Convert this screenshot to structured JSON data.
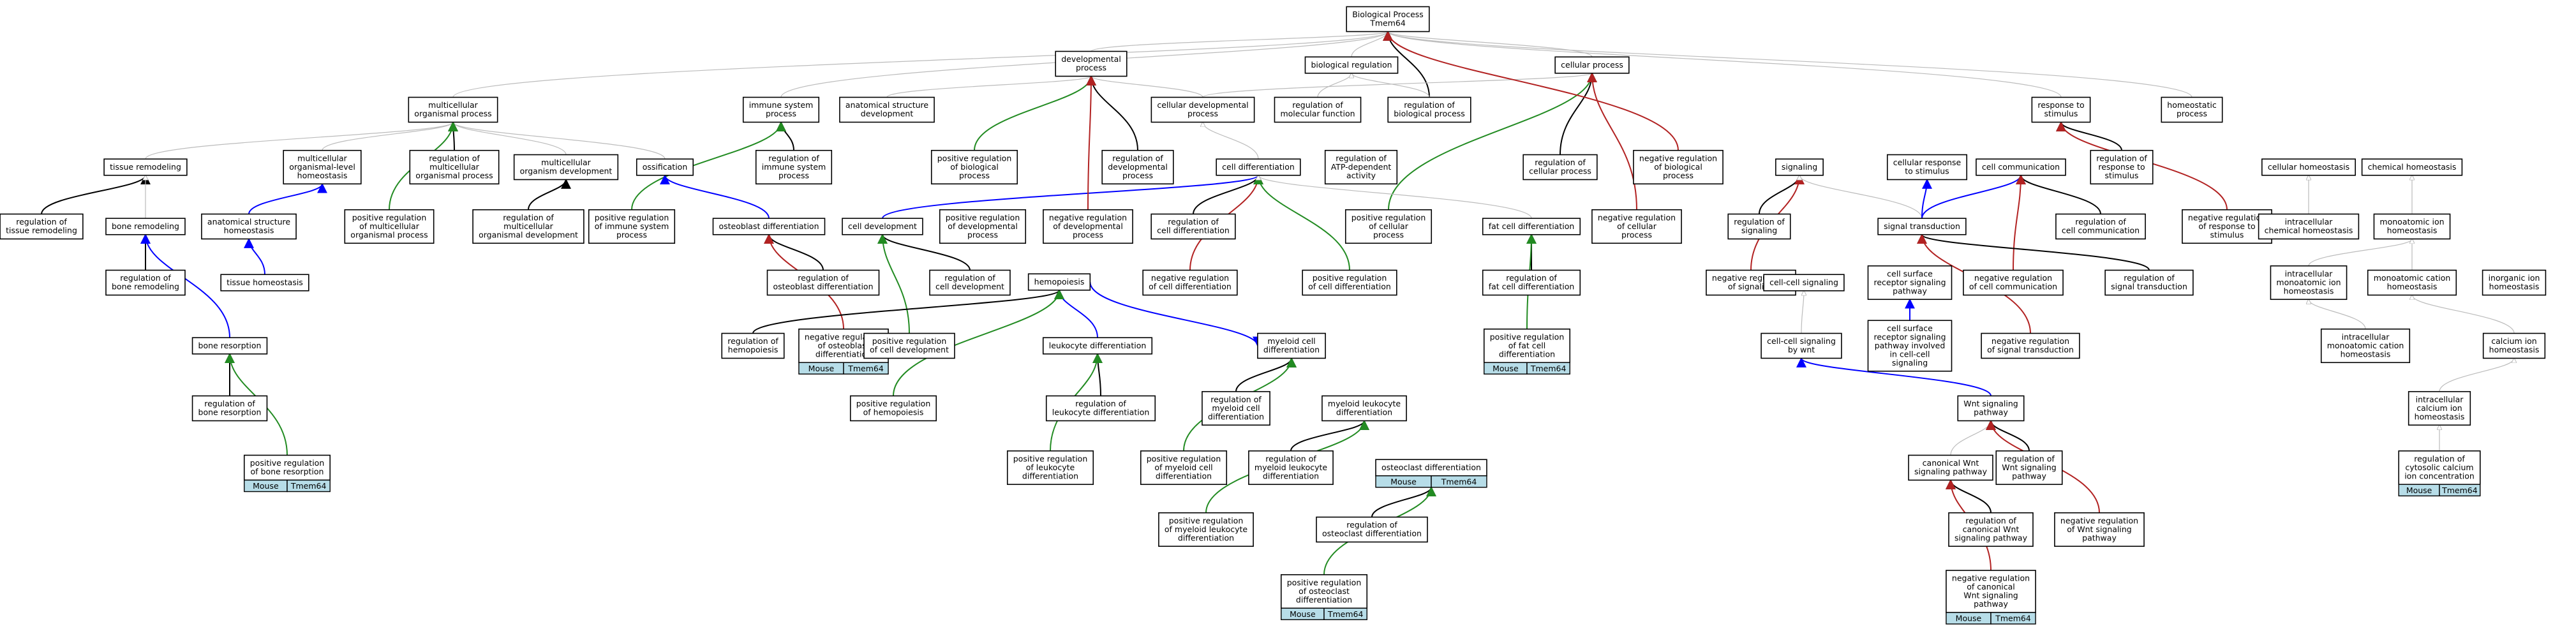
{
  "title": "Biological Process Tmem64",
  "gene_tag": {
    "species": "Mouse",
    "gene": "Tmem64"
  },
  "colors": {
    "is_a": "#bbbbbb",
    "part_of": "#000000",
    "positively_regulates": "#228b22",
    "negatively_regulates": "#b22222",
    "regulates": "#0000ff",
    "annotation_fill": "#b7dde8"
  },
  "terms": [
    {
      "id": "root",
      "lines": [
        "Biological Process",
        "Tmem64"
      ]
    },
    {
      "id": "dev",
      "lines": [
        "developmental",
        "process"
      ]
    },
    {
      "id": "bioreg",
      "lines": [
        "biological regulation"
      ]
    },
    {
      "id": "cellp",
      "lines": [
        "cellular process"
      ]
    },
    {
      "id": "multi",
      "lines": [
        "multicellular",
        "organismal process"
      ]
    },
    {
      "id": "immune",
      "lines": [
        "immune system",
        "process"
      ]
    },
    {
      "id": "anat",
      "lines": [
        "anatomical structure",
        "development"
      ]
    },
    {
      "id": "celldevp",
      "lines": [
        "cellular developmental",
        "process"
      ]
    },
    {
      "id": "regmol",
      "lines": [
        "regulation of",
        "molecular function"
      ]
    },
    {
      "id": "regbio",
      "lines": [
        "regulation of",
        "biological process"
      ]
    },
    {
      "id": "resp",
      "lines": [
        "response to",
        "stimulus"
      ]
    },
    {
      "id": "homeo",
      "lines": [
        "homeostatic",
        "process"
      ]
    },
    {
      "id": "tisrem",
      "lines": [
        "tissue remodeling"
      ]
    },
    {
      "id": "mlorg",
      "lines": [
        "multicellular",
        "organismal-level",
        "homeostasis"
      ]
    },
    {
      "id": "regmulti",
      "lines": [
        "regulation of",
        "multicellular",
        "organismal process"
      ]
    },
    {
      "id": "mlorgdev",
      "lines": [
        "multicellular",
        "organism development"
      ]
    },
    {
      "id": "ossif",
      "lines": [
        "ossification"
      ]
    },
    {
      "id": "regimm",
      "lines": [
        "regulation of",
        "immune system",
        "process"
      ]
    },
    {
      "id": "posregbio",
      "lines": [
        "positive regulation",
        "of biological",
        "process"
      ]
    },
    {
      "id": "regdev",
      "lines": [
        "regulation of",
        "developmental",
        "process"
      ]
    },
    {
      "id": "celldiff",
      "lines": [
        "cell differentiation"
      ]
    },
    {
      "id": "regatp",
      "lines": [
        "regulation of",
        "ATP-dependent",
        "activity"
      ]
    },
    {
      "id": "regcellp",
      "lines": [
        "regulation of",
        "cellular process"
      ]
    },
    {
      "id": "negregbio",
      "lines": [
        "negative regulation",
        "of biological",
        "process"
      ]
    },
    {
      "id": "signaling",
      "lines": [
        "signaling"
      ]
    },
    {
      "id": "cellresp",
      "lines": [
        "cellular response",
        "to stimulus"
      ]
    },
    {
      "id": "cellcomm",
      "lines": [
        "cell communication"
      ]
    },
    {
      "id": "regresp",
      "lines": [
        "regulation of",
        "response to",
        "stimulus"
      ]
    },
    {
      "id": "cellhomeo",
      "lines": [
        "cellular homeostasis"
      ]
    },
    {
      "id": "chemhomeo",
      "lines": [
        "chemical homeostasis"
      ]
    },
    {
      "id": "regtis",
      "lines": [
        "regulation of",
        "tissue remodeling"
      ]
    },
    {
      "id": "bonerem",
      "lines": [
        "bone remodeling"
      ]
    },
    {
      "id": "anathomeo",
      "lines": [
        "anatomical structure",
        "homeostasis"
      ]
    },
    {
      "id": "posregmulti",
      "lines": [
        "positive regulation",
        "of multicellular",
        "organismal process"
      ]
    },
    {
      "id": "regmlorgdev",
      "lines": [
        "regulation of",
        "multicellular",
        "organismal development"
      ]
    },
    {
      "id": "posregimm",
      "lines": [
        "positive regulation",
        "of immune system",
        "process"
      ]
    },
    {
      "id": "osteodiff",
      "lines": [
        "osteoblast differentiation"
      ]
    },
    {
      "id": "celldev",
      "lines": [
        "cell development"
      ]
    },
    {
      "id": "posregdev",
      "lines": [
        "positive regulation",
        "of developmental",
        "process"
      ]
    },
    {
      "id": "negregdev",
      "lines": [
        "negative regulation",
        "of developmental",
        "process"
      ]
    },
    {
      "id": "regcelldiff",
      "lines": [
        "regulation of",
        "cell differentiation"
      ]
    },
    {
      "id": "posregcellp",
      "lines": [
        "positive regulation",
        "of cellular",
        "process"
      ]
    },
    {
      "id": "fatdiff",
      "lines": [
        "fat cell differentiation"
      ]
    },
    {
      "id": "negregcellp",
      "lines": [
        "negative regulation",
        "of cellular",
        "process"
      ]
    },
    {
      "id": "regsig",
      "lines": [
        "regulation of",
        "signaling"
      ]
    },
    {
      "id": "sigtrans",
      "lines": [
        "signal transduction"
      ]
    },
    {
      "id": "regcellcomm",
      "lines": [
        "regulation of",
        "cell communication"
      ]
    },
    {
      "id": "negregresp",
      "lines": [
        "negative regulation",
        "of response to",
        "stimulus"
      ]
    },
    {
      "id": "intrachem",
      "lines": [
        "intracellular",
        "chemical homeostasis"
      ]
    },
    {
      "id": "monoion",
      "lines": [
        "monoatomic ion",
        "homeostasis"
      ]
    },
    {
      "id": "regbonerem",
      "lines": [
        "regulation of",
        "bone remodeling"
      ]
    },
    {
      "id": "tishomeo",
      "lines": [
        "tissue homeostasis"
      ]
    },
    {
      "id": "regosteodiff",
      "lines": [
        "regulation of",
        "osteoblast differentiation"
      ]
    },
    {
      "id": "regcelldev",
      "lines": [
        "regulation of",
        "cell development"
      ]
    },
    {
      "id": "negregcelldiff",
      "lines": [
        "negative regulation",
        "of cell differentiation"
      ]
    },
    {
      "id": "posregcelldiff",
      "lines": [
        "positive regulation",
        "of cell differentiation"
      ]
    },
    {
      "id": "regfatdiff",
      "lines": [
        "regulation of",
        "fat cell differentiation"
      ]
    },
    {
      "id": "negregsig",
      "lines": [
        "negative regulation",
        "of signaling"
      ]
    },
    {
      "id": "cellcellsig",
      "lines": [
        "cell-cell signaling"
      ]
    },
    {
      "id": "cellsurf",
      "lines": [
        "cell surface",
        "receptor signaling",
        "pathway"
      ]
    },
    {
      "id": "negregcellcomm",
      "lines": [
        "negative regulation",
        "of cell communication"
      ]
    },
    {
      "id": "regsigtrans",
      "lines": [
        "regulation of",
        "signal transduction"
      ]
    },
    {
      "id": "intramonoion",
      "lines": [
        "intracellular",
        "monoatomic ion",
        "homeostasis"
      ]
    },
    {
      "id": "monocation",
      "lines": [
        "monoatomic cation",
        "homeostasis"
      ]
    },
    {
      "id": "inorgion",
      "lines": [
        "inorganic ion",
        "homeostasis"
      ]
    },
    {
      "id": "boneres",
      "lines": [
        "bone resorption"
      ]
    },
    {
      "id": "hemopoiesis",
      "lines": [
        "hemopoiesis"
      ]
    },
    {
      "id": "reghemo",
      "lines": [
        "regulation of",
        "hemopoiesis"
      ]
    },
    {
      "id": "negregosteo",
      "lines": [
        "negative regulation",
        "of osteoblast",
        "differentiation"
      ],
      "gene": true
    },
    {
      "id": "posregcelldev",
      "lines": [
        "positive regulation",
        "of cell development"
      ]
    },
    {
      "id": "leukdiff",
      "lines": [
        "leukocyte differentiation"
      ]
    },
    {
      "id": "myeloiddiff",
      "lines": [
        "myeloid cell",
        "differentiation"
      ]
    },
    {
      "id": "posregfat",
      "lines": [
        "positive regulation",
        "of fat cell",
        "differentiation"
      ],
      "gene": true
    },
    {
      "id": "cellcellwnt",
      "lines": [
        "cell-cell signaling",
        "by wnt"
      ]
    },
    {
      "id": "cellsurfcc",
      "lines": [
        "cell surface",
        "receptor signaling",
        "pathway involved",
        "in cell-cell",
        "signaling"
      ]
    },
    {
      "id": "negregsigtrans",
      "lines": [
        "negative regulation",
        "of signal transduction"
      ]
    },
    {
      "id": "intramonocation",
      "lines": [
        "intracellular",
        "monoatomic cation",
        "homeostasis"
      ]
    },
    {
      "id": "calcium",
      "lines": [
        "calcium ion",
        "homeostasis"
      ]
    },
    {
      "id": "regboneres",
      "lines": [
        "regulation of",
        "bone resorption"
      ]
    },
    {
      "id": "posreghemo",
      "lines": [
        "positive regulation",
        "of hemopoiesis"
      ]
    },
    {
      "id": "regleuk",
      "lines": [
        "regulation of",
        "leukocyte differentiation"
      ]
    },
    {
      "id": "regmyeloid",
      "lines": [
        "regulation of",
        "myeloid cell",
        "differentiation"
      ]
    },
    {
      "id": "myeloidleuk",
      "lines": [
        "myeloid leukocyte",
        "differentiation"
      ]
    },
    {
      "id": "wnt",
      "lines": [
        "Wnt signaling",
        "pathway"
      ]
    },
    {
      "id": "intracalcium",
      "lines": [
        "intracellular",
        "calcium ion",
        "homeostasis"
      ]
    },
    {
      "id": "posregboneres",
      "lines": [
        "positive regulation",
        "of bone resorption"
      ],
      "gene": true
    },
    {
      "id": "posregleuk",
      "lines": [
        "positive regulation",
        "of leukocyte",
        "differentiation"
      ]
    },
    {
      "id": "posregmyeloid",
      "lines": [
        "positive regulation",
        "of myeloid cell",
        "differentiation"
      ]
    },
    {
      "id": "regmyeloidleuk",
      "lines": [
        "regulation of",
        "myeloid leukocyte",
        "differentiation"
      ]
    },
    {
      "id": "osteoclast",
      "lines": [
        "osteoclast differentiation"
      ],
      "gene": true
    },
    {
      "id": "canonwnt",
      "lines": [
        "canonical Wnt",
        "signaling pathway"
      ]
    },
    {
      "id": "regwnt",
      "lines": [
        "regulation of",
        "Wnt signaling",
        "pathway"
      ]
    },
    {
      "id": "regcytcalc",
      "lines": [
        "regulation of",
        "cytosolic calcium",
        "ion concentration"
      ],
      "gene": true
    },
    {
      "id": "posregmyeloidleuk",
      "lines": [
        "positive regulation",
        "of myeloid leukocyte",
        "differentiation"
      ]
    },
    {
      "id": "regosteoclast",
      "lines": [
        "regulation of",
        "osteoclast differentiation"
      ]
    },
    {
      "id": "regcanonwnt",
      "lines": [
        "regulation of",
        "canonical Wnt",
        "signaling pathway"
      ]
    },
    {
      "id": "negregwnt",
      "lines": [
        "negative regulation",
        "of Wnt signaling",
        "pathway"
      ]
    },
    {
      "id": "posregosteoclast",
      "lines": [
        "positive regulation",
        "of osteoclast",
        "differentiation"
      ],
      "gene": true
    },
    {
      "id": "negregcanonwnt",
      "lines": [
        "negative regulation",
        "of canonical",
        "Wnt signaling",
        "pathway"
      ],
      "gene": true
    }
  ],
  "relations": [
    [
      "dev",
      "root",
      "is_a"
    ],
    [
      "bioreg",
      "root",
      "is_a"
    ],
    [
      "cellp",
      "root",
      "is_a"
    ],
    [
      "multi",
      "root",
      "is_a"
    ],
    [
      "immune",
      "root",
      "is_a"
    ],
    [
      "resp",
      "root",
      "is_a"
    ],
    [
      "homeo",
      "root",
      "is_a"
    ],
    [
      "regbio",
      "root",
      "part_of"
    ],
    [
      "posregbio",
      "dev",
      "positively_regulates"
    ],
    [
      "regbio",
      "bioreg",
      "is_a"
    ],
    [
      "regmol",
      "bioreg",
      "is_a"
    ],
    [
      "anat",
      "dev",
      "is_a"
    ],
    [
      "celldevp",
      "dev",
      "is_a"
    ],
    [
      "celldevp",
      "cellp",
      "is_a"
    ],
    [
      "regdev",
      "dev",
      "part_of"
    ],
    [
      "regcellp",
      "cellp",
      "part_of"
    ],
    [
      "posregcellp",
      "cellp",
      "positively_regulates"
    ],
    [
      "negregcellp",
      "cellp",
      "negatively_regulates"
    ],
    [
      "negregbio",
      "root",
      "negatively_regulates"
    ],
    [
      "regmulti",
      "multi",
      "part_of"
    ],
    [
      "tisrem",
      "multi",
      "is_a"
    ],
    [
      "mlorg",
      "multi",
      "is_a"
    ],
    [
      "mlorgdev",
      "multi",
      "is_a"
    ],
    [
      "ossif",
      "multi",
      "is_a"
    ],
    [
      "regimm",
      "immune",
      "part_of"
    ],
    [
      "posregmulti",
      "multi",
      "positively_regulates"
    ],
    [
      "posregimm",
      "immune",
      "positively_regulates"
    ],
    [
      "regtis",
      "tisrem",
      "part_of"
    ],
    [
      "bonerem",
      "tisrem",
      "is_a"
    ],
    [
      "anathomeo",
      "mlorg",
      "regulates"
    ],
    [
      "regmlorgdev",
      "mlorgdev",
      "part_of"
    ],
    [
      "osteodiff",
      "ossif",
      "regulates"
    ],
    [
      "celldiff",
      "celldevp",
      "is_a"
    ],
    [
      "celldev",
      "celldiff",
      "regulates"
    ],
    [
      "negregdev",
      "dev",
      "negatively_regulates"
    ],
    [
      "regcelldiff",
      "celldiff",
      "part_of"
    ],
    [
      "negregcelldiff",
      "celldiff",
      "negatively_regulates"
    ],
    [
      "posregcelldiff",
      "celldiff",
      "positively_regulates"
    ],
    [
      "fatdiff",
      "celldiff",
      "is_a"
    ],
    [
      "regfatdiff",
      "fatdiff",
      "part_of"
    ],
    [
      "posregfat",
      "fatdiff",
      "positively_regulates"
    ],
    [
      "regsig",
      "signaling",
      "part_of"
    ],
    [
      "negregsig",
      "signaling",
      "negatively_regulates"
    ],
    [
      "sigtrans",
      "signaling",
      "is_a"
    ],
    [
      "sigtrans",
      "cellresp",
      "regulates"
    ],
    [
      "sigtrans",
      "cellcomm",
      "regulates"
    ],
    [
      "regcellcomm",
      "cellcomm",
      "part_of"
    ],
    [
      "negregcellcomm",
      "cellcomm",
      "negatively_regulates"
    ],
    [
      "regsigtrans",
      "sigtrans",
      "part_of"
    ],
    [
      "negregsigtrans",
      "sigtrans",
      "negatively_regulates"
    ],
    [
      "regresp",
      "resp",
      "part_of"
    ],
    [
      "negregresp",
      "resp",
      "negatively_regulates"
    ],
    [
      "regbonerem",
      "bonerem",
      "part_of"
    ],
    [
      "boneres",
      "bonerem",
      "regulates"
    ],
    [
      "tishomeo",
      "anathomeo",
      "regulates"
    ],
    [
      "regboneres",
      "boneres",
      "part_of"
    ],
    [
      "posregboneres",
      "boneres",
      "positively_regulates"
    ],
    [
      "regosteodiff",
      "osteodiff",
      "part_of"
    ],
    [
      "negregosteo",
      "osteodiff",
      "negatively_regulates"
    ],
    [
      "regcelldev",
      "celldev",
      "part_of"
    ],
    [
      "posregcelldev",
      "celldev",
      "positively_regulates"
    ],
    [
      "hemopoiesis",
      "myeloiddiff",
      "regulates"
    ],
    [
      "leukdiff",
      "hemopoiesis",
      "regulates"
    ],
    [
      "reghemo",
      "hemopoiesis",
      "part_of"
    ],
    [
      "posreghemo",
      "hemopoiesis",
      "positively_regulates"
    ],
    [
      "regleuk",
      "leukdiff",
      "part_of"
    ],
    [
      "posregleuk",
      "leukdiff",
      "positively_regulates"
    ],
    [
      "regmyeloid",
      "myeloiddiff",
      "part_of"
    ],
    [
      "posregmyeloid",
      "myeloiddiff",
      "positively_regulates"
    ],
    [
      "regmyeloidleuk",
      "myeloidleuk",
      "part_of"
    ],
    [
      "posregmyeloidleuk",
      "myeloidleuk",
      "positively_regulates"
    ],
    [
      "regosteoclast",
      "osteoclast",
      "part_of"
    ],
    [
      "posregosteoclast",
      "osteoclast",
      "positively_regulates"
    ],
    [
      "cellcellwnt",
      "cellcellsig",
      "is_a"
    ],
    [
      "cellsurfcc",
      "cellsurf",
      "regulates"
    ],
    [
      "wnt",
      "cellcellwnt",
      "regulates"
    ],
    [
      "canonwnt",
      "wnt",
      "is_a"
    ],
    [
      "regwnt",
      "wnt",
      "part_of"
    ],
    [
      "negregwnt",
      "wnt",
      "negatively_regulates"
    ],
    [
      "regcanonwnt",
      "canonwnt",
      "part_of"
    ],
    [
      "negregcanonwnt",
      "canonwnt",
      "negatively_regulates"
    ],
    [
      "intrachem",
      "cellhomeo",
      "is_a"
    ],
    [
      "monoion",
      "chemhomeo",
      "is_a"
    ],
    [
      "intramonoion",
      "monoion",
      "is_a"
    ],
    [
      "monocation",
      "monoion",
      "is_a"
    ],
    [
      "intramonocation",
      "intramonoion",
      "is_a"
    ],
    [
      "calcium",
      "monocation",
      "is_a"
    ],
    [
      "intracalcium",
      "calcium",
      "is_a"
    ],
    [
      "regcytcalc",
      "intracalcium",
      "is_a"
    ]
  ]
}
